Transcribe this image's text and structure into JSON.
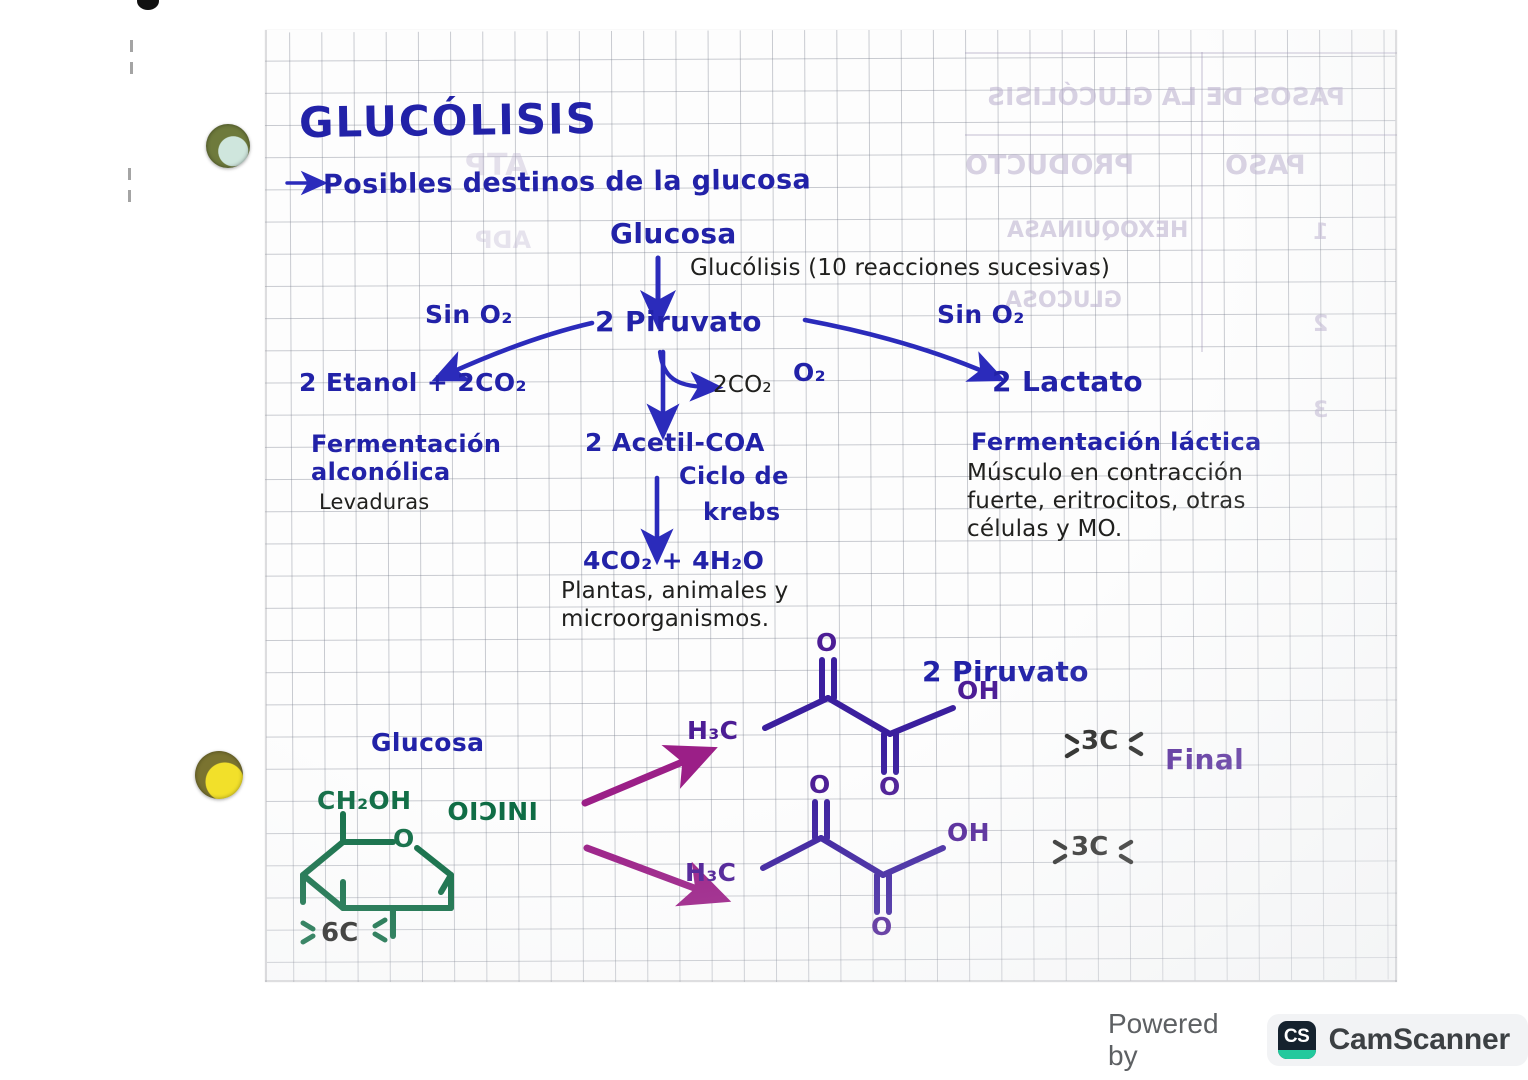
{
  "page": {
    "title": "GLUCÓLISIS",
    "subtitle": "Posibles destinos de la glucosa",
    "arrow_bullet": "→"
  },
  "pathway": {
    "start_node": "Glucosa",
    "step_label": "Glucólisis (10 reacciones sucesivas)",
    "center_node": "2 Piruvato",
    "left_condition": "Sin O₂",
    "right_condition": "Sin O₂",
    "center_condition": "O₂",
    "center_side_product": "2CO₂",
    "left_product": "2 Etanol + 2CO₂",
    "left_process": "Fermentación",
    "left_process2": "alconólica",
    "left_organisms": "Levaduras",
    "center_product": "2 Acetil-COA",
    "center_cycle_1": "Ciclo de",
    "center_cycle_2": "krebs",
    "center_final": "4CO₂ + 4H₂O",
    "center_organisms_1": "Plantas, animales y",
    "center_organisms_2": "microorganismos.",
    "right_product": "2 Lactato",
    "right_process": "Fermentación láctica",
    "right_organisms_1": "Músculo en contracción",
    "right_organisms_2": "fuerte, eritrocitos, otras",
    "right_organisms_3": "células y MO."
  },
  "structures": {
    "glucose_label": "Glucosa",
    "glucose_substituent": "CH₂OH",
    "glucose_ring_oxygen": "O",
    "glucose_carbons": "6C",
    "inicio_label": "INICIO",
    "pyruvate_title": "2 Piruvato",
    "final_label": "Final",
    "pyruvate_top": {
      "methyl": "H₃C",
      "ketone_oxygen": "O",
      "carboxyl_oxygen": "O",
      "hydroxyl": "OH",
      "carbons": "3C"
    },
    "pyruvate_bottom": {
      "methyl": "H₃C",
      "ketone_oxygen": "O",
      "carboxyl_oxygen": "O",
      "hydroxyl": "OH",
      "carbons": "3C"
    }
  },
  "bleed_through": {
    "line1": "PASOS DE LA GLUCÓLISIS",
    "line2_a": "PRODUCTO",
    "line2_b": "PASO",
    "cell_a": "GLUCOSA",
    "cell_b": "HEXOQUINASA",
    "cell_c": "ATP",
    "cell_d": "ADP",
    "num1": "1",
    "num2": "2",
    "num3": "3"
  },
  "watermark": {
    "powered_by": "Powered by",
    "badge_text": "CS",
    "brand": "CamScanner"
  },
  "colors": {
    "blue_ink": "#2222a8",
    "black_ink": "#20201e",
    "green_ink": "#0d6b43",
    "violet_ink": "#4c1d95",
    "magenta_arrow": "#9b1f87",
    "paper": "#fdfdfd",
    "grid_line": "#787e8c",
    "camscanner_teal": "#23c99d"
  }
}
